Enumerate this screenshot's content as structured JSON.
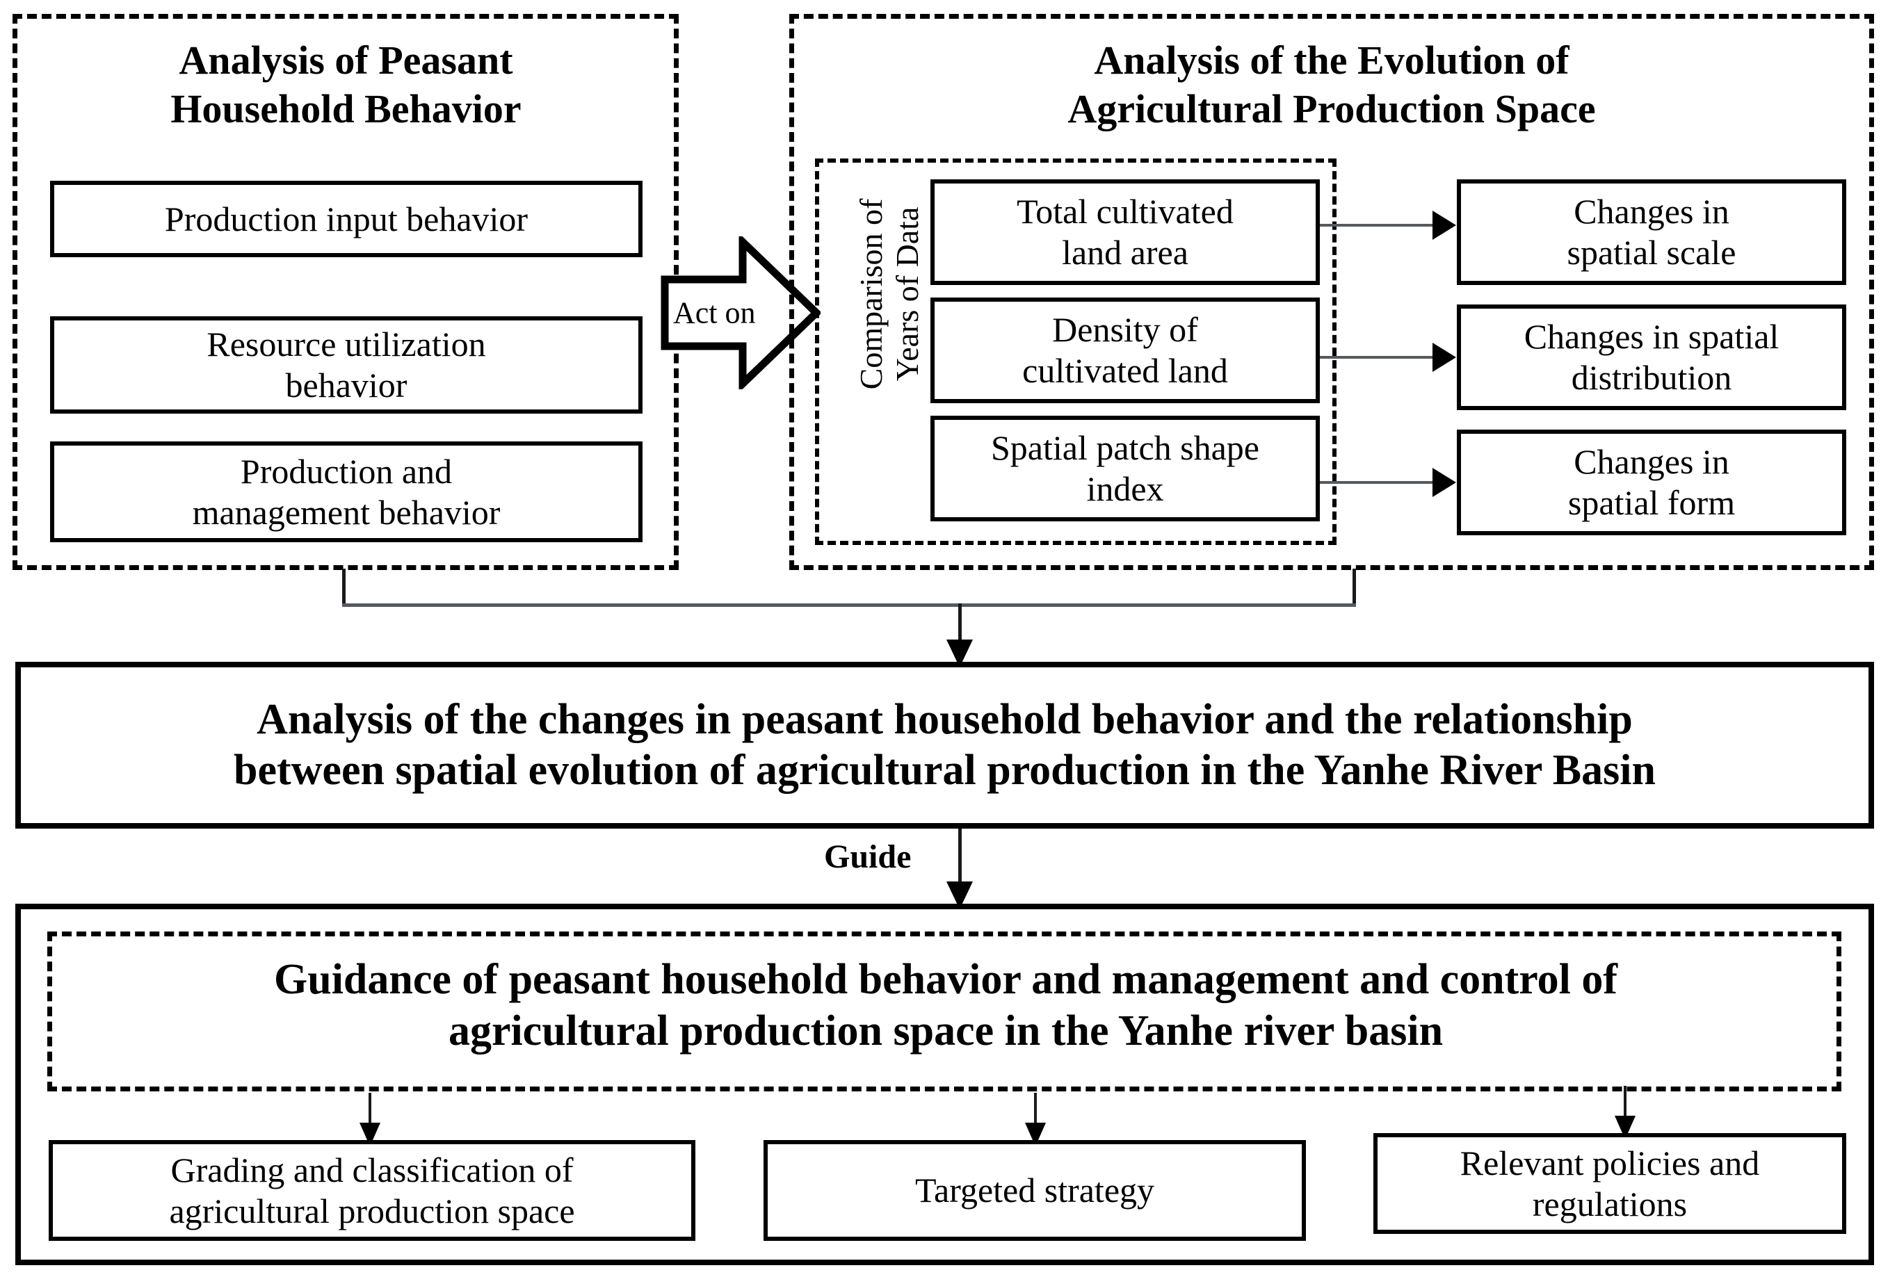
{
  "diagram": {
    "title_semantic": "research-framework-flowchart",
    "colors": {
      "ink": "#000000",
      "connector": "#555a5e",
      "background": "#ffffff"
    }
  },
  "left_panel": {
    "title": "Analysis of Peasant Household Behavior",
    "title_line1": "Analysis of Peasant",
    "title_line2": "Household Behavior",
    "items": [
      {
        "label": "Production input behavior",
        "line1": "Production input behavior",
        "line2": ""
      },
      {
        "label": "Resource utilization behavior",
        "line1": "Resource utilization",
        "line2": "behavior"
      },
      {
        "label": "Production and management behavior",
        "line1": "Production and",
        "line2": "management behavior"
      }
    ]
  },
  "act_on_arrow": {
    "label": "Act on"
  },
  "right_panel": {
    "title": "Analysis of the Evolution of Agricultural Production Space",
    "title_line1": "Analysis of the Evolution of",
    "title_line2": "Agricultural Production Space",
    "comparison_group": {
      "vertical_label": "Comparison of Years of Data",
      "vertical_label_line1": "Comparison of",
      "vertical_label_line2": "Years of Data",
      "indicators": [
        {
          "label": "Total cultivated land area",
          "line1": "Total cultivated",
          "line2": "land area"
        },
        {
          "label": "Density of cultivated land",
          "line1": "Density of",
          "line2": "cultivated land"
        },
        {
          "label": "Spatial patch shape index",
          "line1": "Spatial patch shape",
          "line2": "index"
        }
      ]
    },
    "outcomes": [
      {
        "label": "Changes in spatial scale",
        "line1": "Changes in",
        "line2": "spatial scale"
      },
      {
        "label": "Changes in spatial distribution",
        "line1": "Changes in spatial",
        "line2": "distribution"
      },
      {
        "label": "Changes in spatial form",
        "line1": "Changes in",
        "line2": "spatial form"
      }
    ]
  },
  "analysis_box": {
    "text": "Analysis of the changes in peasant household behavior and  the relationship between spatial evolution of agricultural production in the Yanhe River Basin",
    "line1": "Analysis of the changes in peasant household behavior and  the relationship",
    "line2": "between spatial evolution of agricultural production in the Yanhe River Basin"
  },
  "guide_edge": {
    "label": "Guide"
  },
  "guidance_section": {
    "headline": "Guidance of peasant household behavior and management and control of agricultural production space in the Yanhe river basin",
    "headline_line1": "Guidance of peasant household behavior and management and control of",
    "headline_line2": "agricultural production space in the Yanhe river basin",
    "outputs": [
      {
        "label": "Grading and classification of agricultural production space",
        "line1": "Grading and classification of",
        "line2": "agricultural production space"
      },
      {
        "label": "Targeted strategy",
        "line1": "Targeted strategy",
        "line2": ""
      },
      {
        "label": "Relevant policies and regulations",
        "line1": "Relevant policies and",
        "line2": "regulations"
      }
    ]
  }
}
